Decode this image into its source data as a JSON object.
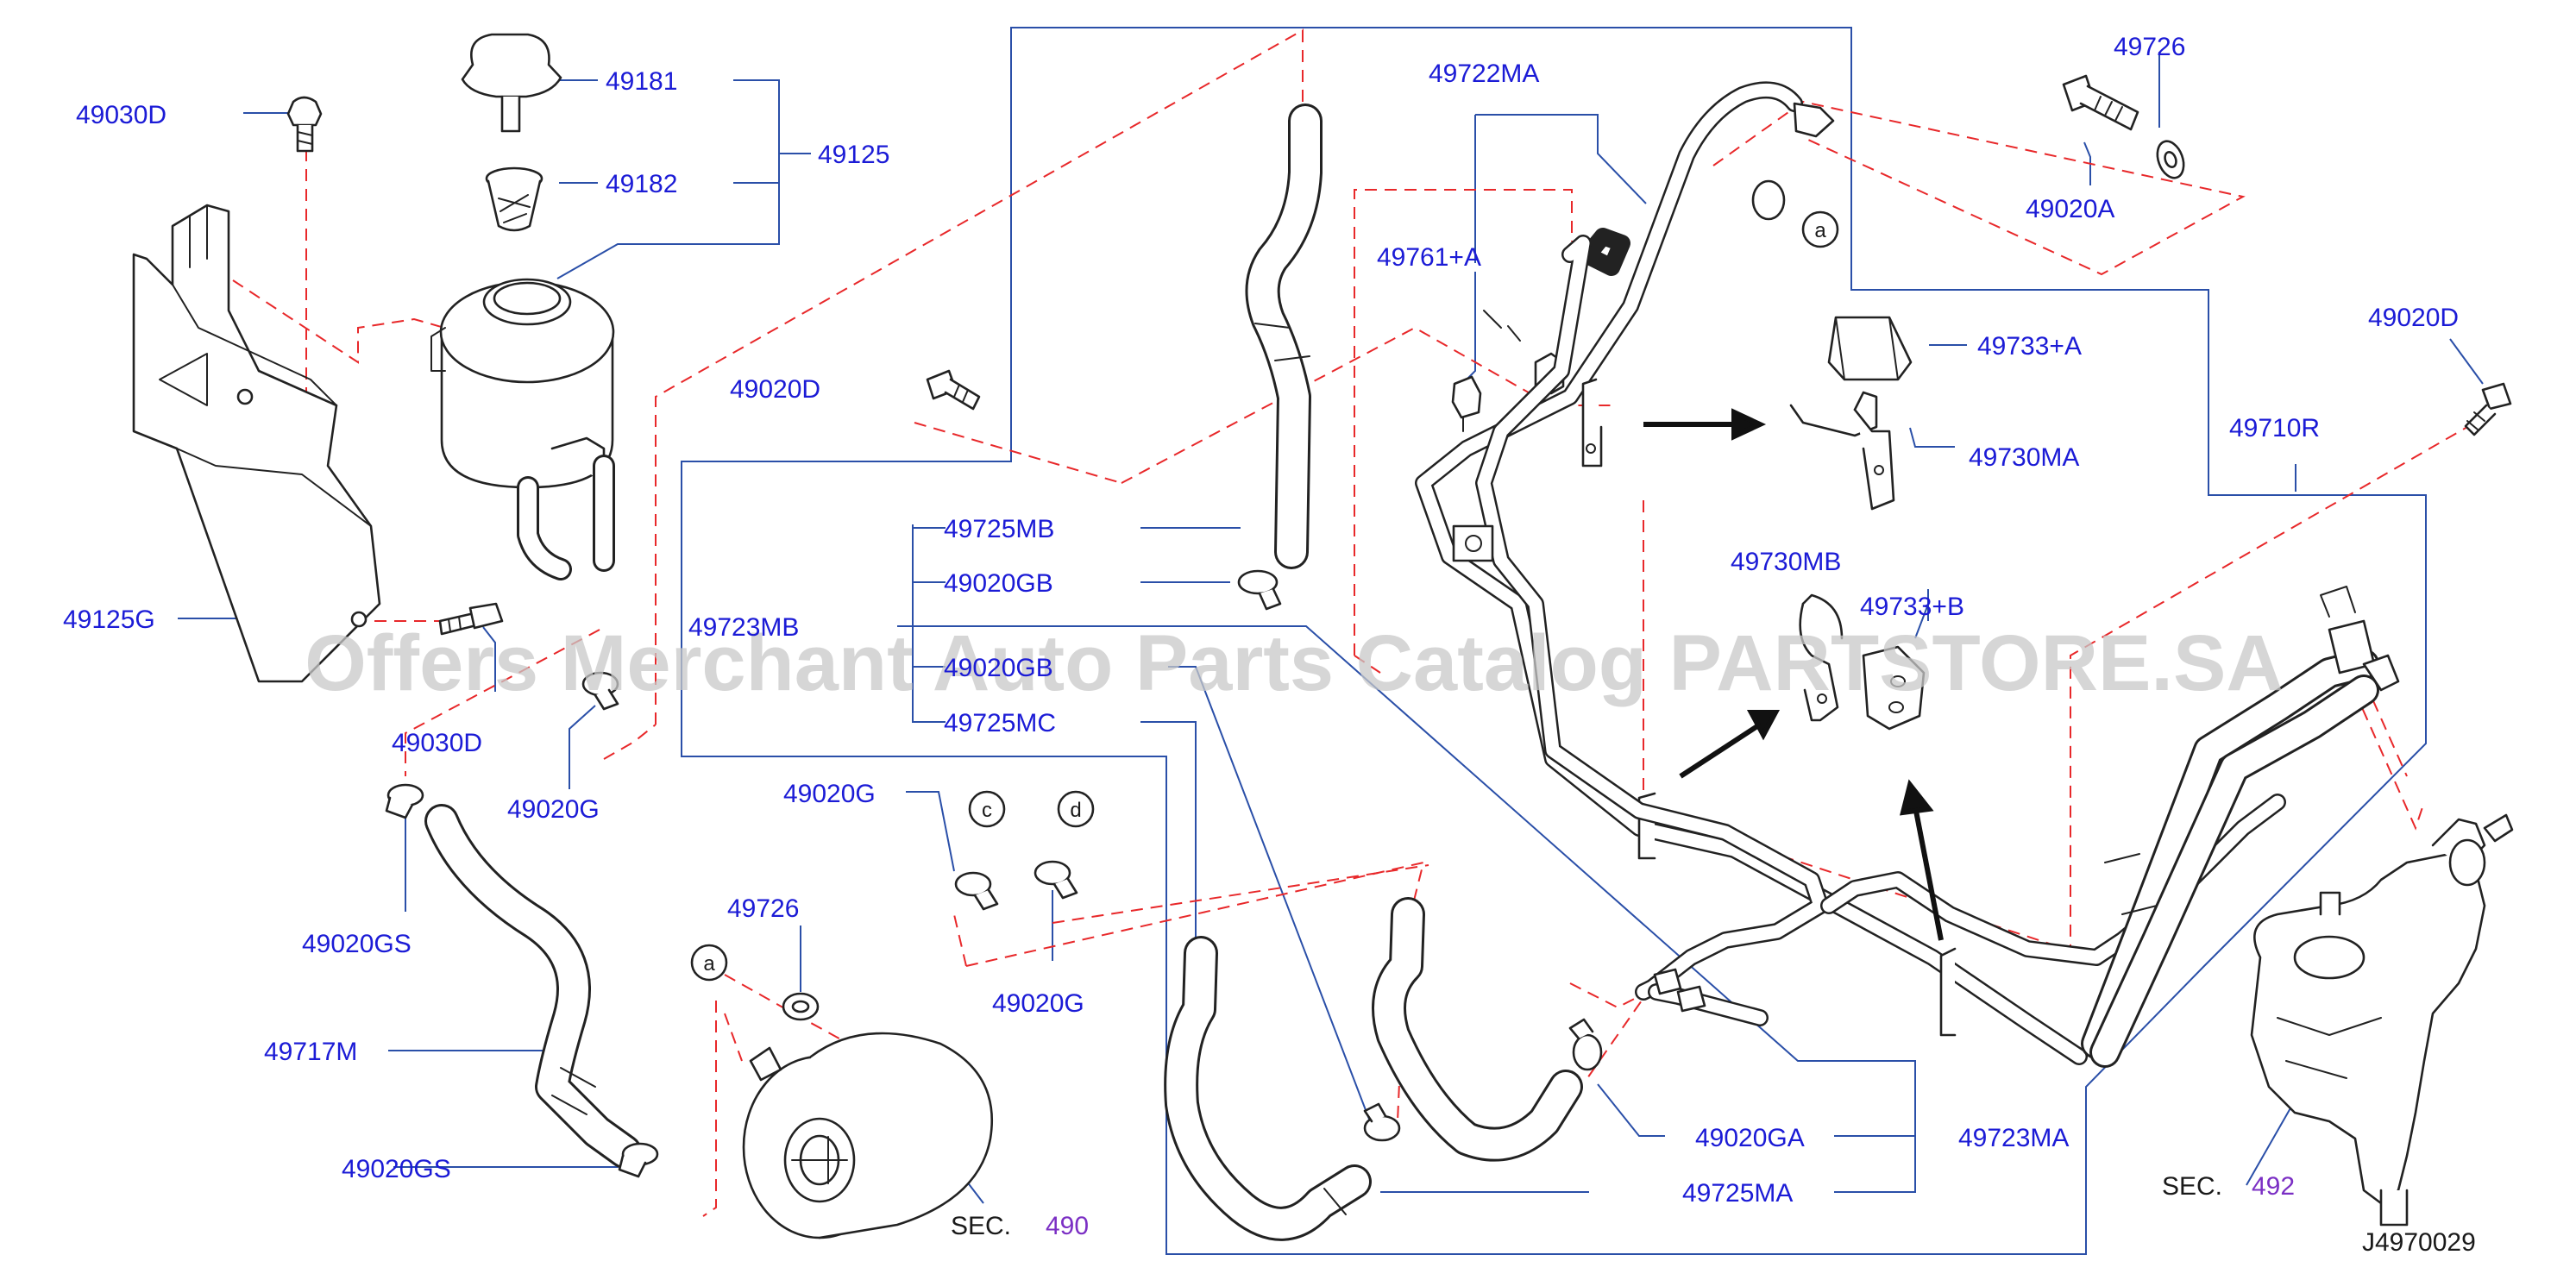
{
  "diagram": {
    "code": "J4970029",
    "watermark": "Offers Merchant Auto Parts Catalog PARTSTORE.SA",
    "labels": {
      "p49030D_top": "49030D",
      "p49181": "49181",
      "p49182": "49182",
      "p49125": "49125",
      "p49125G": "49125G",
      "p49030D_low": "49030D",
      "p49020G_left": "49020G",
      "p49020GS_top": "49020GS",
      "p49717M": "49717M",
      "p49020GS_low": "49020GS",
      "p49020D_mid": "49020D",
      "p49723MB": "49723MB",
      "p49725MB": "49725MB",
      "p49020GB_a": "49020GB",
      "p49020GB_b": "49020GB",
      "p49725MC": "49725MC",
      "p49020G_mid": "49020G",
      "p49726_low": "49726",
      "p49020G_low": "49020G",
      "p49722MA": "49722MA",
      "p49761A": "49761+A",
      "p49726_top": "49726",
      "p49020A": "49020A",
      "p49733A": "49733+A",
      "p49730MA": "49730MA",
      "p49020D_right": "49020D",
      "p49710R": "49710R",
      "p49730MB": "49730MB",
      "p49733B": "49733+B",
      "p49020GA": "49020GA",
      "p49723MA": "49723MA",
      "p49725MA": "49725MA"
    },
    "refs": {
      "a_top": "a",
      "a_low": "a",
      "c": "c",
      "d": "d"
    },
    "sections": {
      "sec_prefix_1": "SEC.",
      "sec_490": "490",
      "sec_prefix_2": "SEC.",
      "sec_492": "492"
    }
  }
}
